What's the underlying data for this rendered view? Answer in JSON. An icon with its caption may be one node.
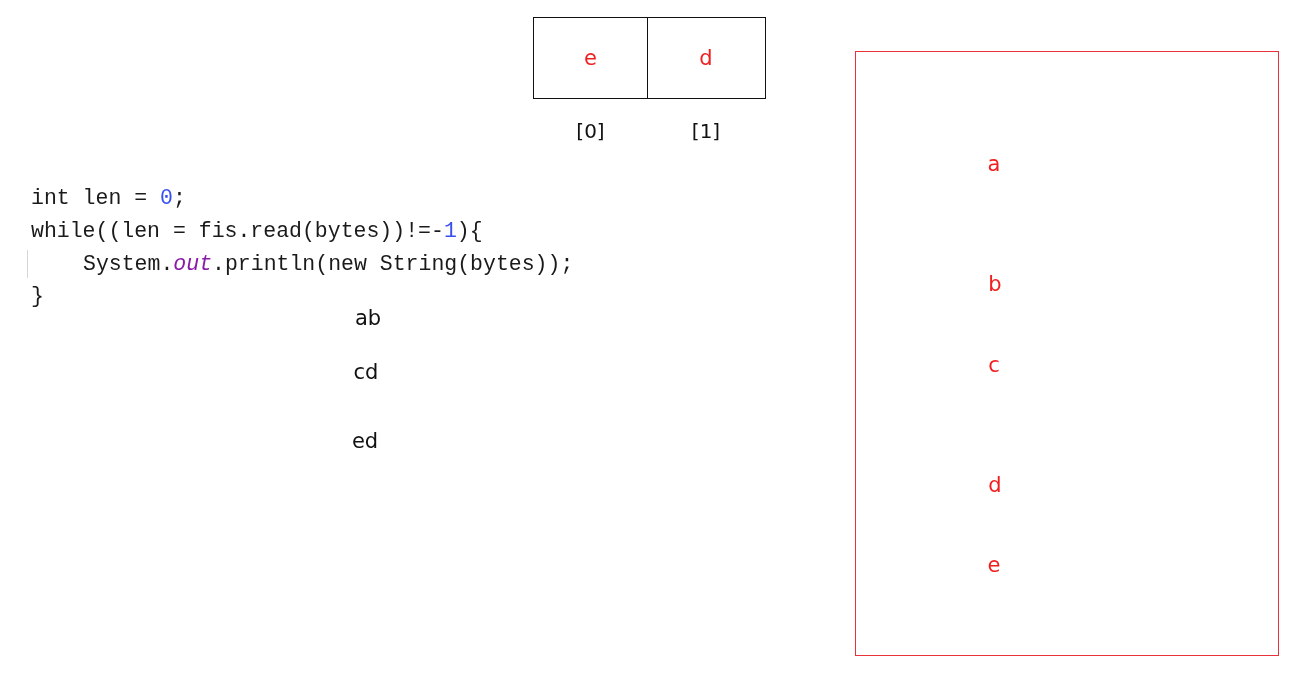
{
  "diagram": {
    "nodes": [
      {
        "text": [
          "e"
        ],
        "beside": [
          "[0]"
        ]
      },
      {
        "text": [
          "d"
        ],
        "beside": [
          "[1]"
        ]
      },
      {
        "text": [
          "a",
          "b",
          "c",
          "d",
          "e"
        ]
      }
    ],
    "labels": [
      "int len = 0;",
      "while((len = fis.read(bytes))!=-1){",
      "System.*out*.println(new String(bytes));",
      "}",
      "ab",
      "cd",
      "ed"
    ]
  }
}
